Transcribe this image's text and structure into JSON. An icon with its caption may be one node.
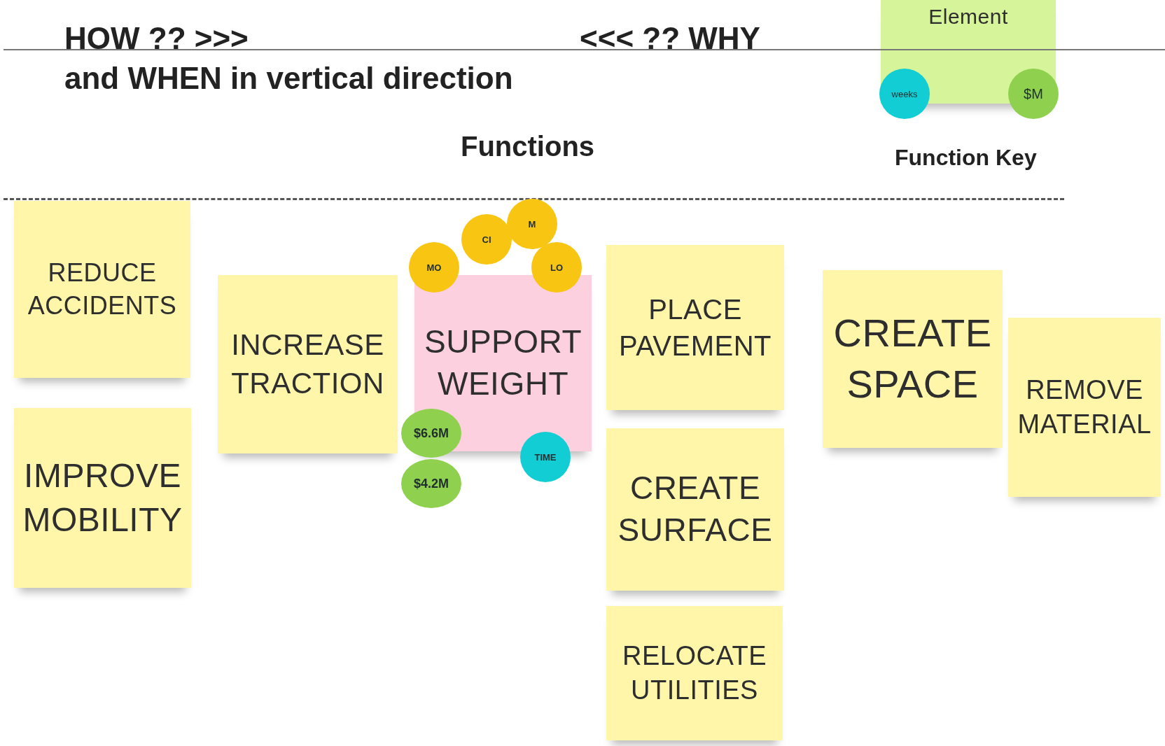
{
  "diagram": {
    "nodes": [
      {
        "text": [
          "Element"
        ]
      },
      {
        "text": [
          "weeks"
        ]
      },
      {
        "text": [
          "$M"
        ]
      },
      {
        "text": [
          "REDUCE ACCIDENTS"
        ]
      },
      {
        "text": [
          "IMPROVE MOBILITY"
        ]
      },
      {
        "text": [
          "INCREASE TRACTION"
        ]
      },
      {
        "text": [
          "MO"
        ]
      },
      {
        "text": [
          "CI"
        ]
      },
      {
        "text": [
          "M"
        ]
      },
      {
        "text": [
          "LO"
        ]
      },
      {
        "text": [
          "SUPPORT WEIGHT"
        ]
      },
      {
        "text": [
          "$6.6M"
        ]
      },
      {
        "text": [
          "$4.2M"
        ]
      },
      {
        "text": [
          "TIME"
        ]
      },
      {
        "text": [
          "PLACE PAVEMENT"
        ]
      },
      {
        "text": [
          "CREATE SURFACE"
        ]
      },
      {
        "text": [
          "RELOCATE UTILITIES"
        ]
      },
      {
        "text": [
          "CREATE SPACE"
        ]
      },
      {
        "text": [
          "REMOVE MATERIAL"
        ]
      }
    ],
    "labels": [
      "HOW ?? >>>",
      "<<< ?? WHY",
      "and WHEN in vertical direction",
      "Functions",
      "Function Key"
    ]
  }
}
